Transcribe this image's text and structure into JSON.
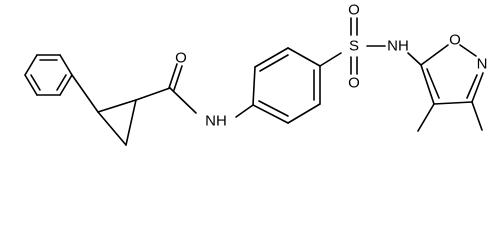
{
  "colors": {
    "bond": "#000000",
    "background": "#ffffff"
  },
  "atoms": {
    "amide_O": "O",
    "amide_NH": "NH",
    "sulfonyl_S": "S",
    "sulfonyl_O_top": "O",
    "sulfonyl_O_bottom": "O",
    "sulfonamide_NH": "NH",
    "isoxazole_O": "O",
    "isoxazole_N": "N"
  }
}
